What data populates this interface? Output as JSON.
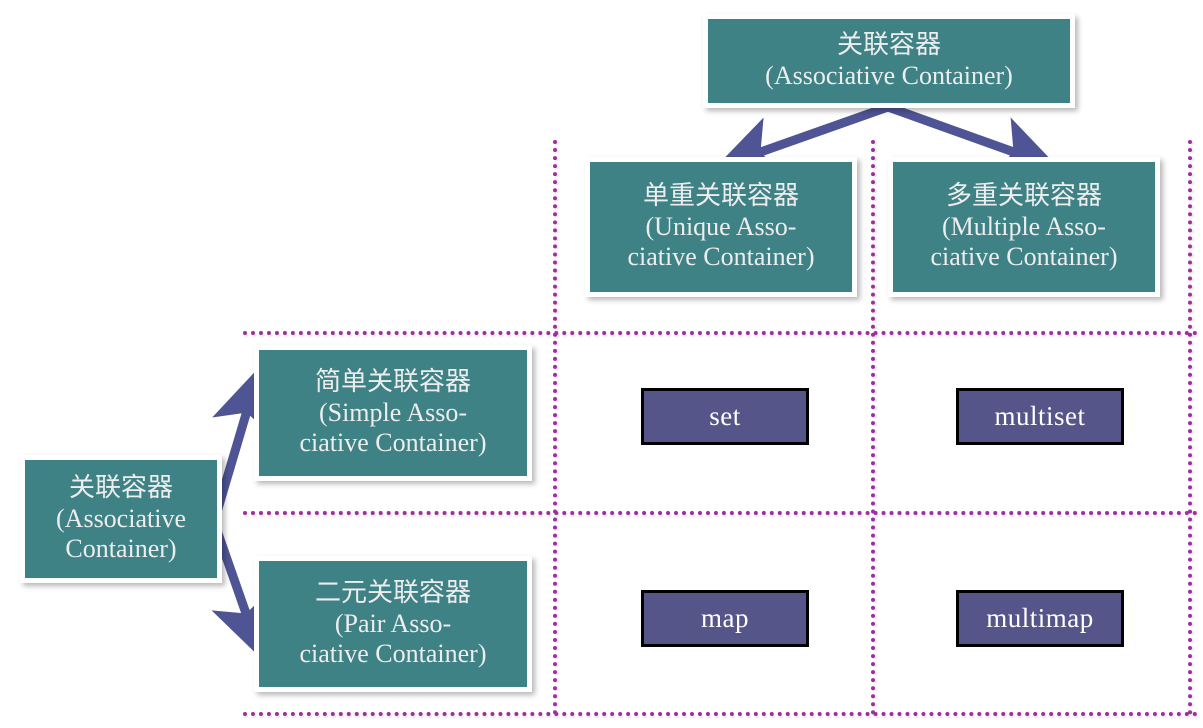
{
  "diagram": {
    "title_box": {
      "label": "关联容器\n(Associative Container)"
    },
    "column_headers": [
      {
        "label": "单重关联容器\n(Unique Asso-\nciative Container)"
      },
      {
        "label": "多重关联容器\n(Multiple Asso-\nciative Container)"
      }
    ],
    "row_root": {
      "label": "关联容器\n(Associative\nContainer)"
    },
    "row_headers": [
      {
        "label": "简单关联容器\n(Simple Asso-\nciative Container)"
      },
      {
        "label": "二元关联容器\n(Pair Asso-\nciative Container)"
      }
    ],
    "cells": [
      {
        "label": "set"
      },
      {
        "label": "multiset"
      },
      {
        "label": "map"
      },
      {
        "label": "multimap"
      }
    ],
    "colors": {
      "teal_box": "#3E8286",
      "purple_box": "#555589",
      "arrow": "#4F5494",
      "grid_dotted": "#9C309C",
      "box_text": "#EDEDED",
      "cell_text": "#FFFFFF",
      "background": "#FFFFFF"
    }
  }
}
